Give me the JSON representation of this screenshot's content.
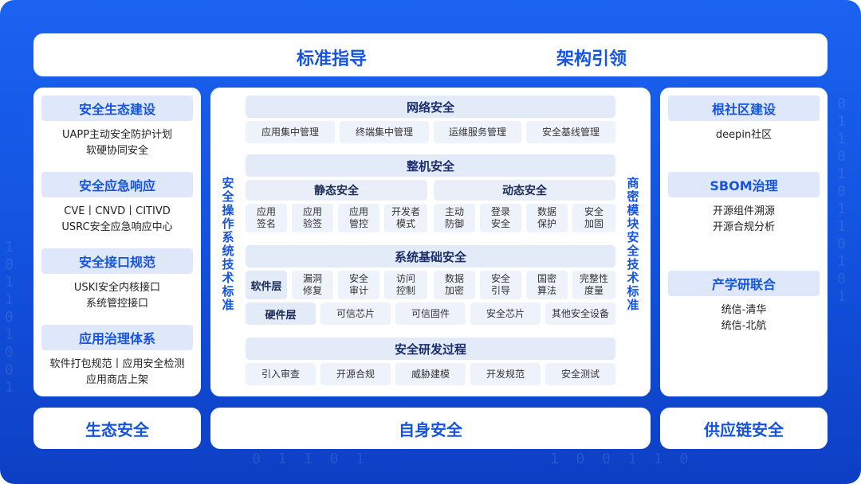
{
  "top": {
    "left": "标准指导",
    "right": "架构引领"
  },
  "left_panel": [
    {
      "title": "安全生态建设",
      "lines": [
        "UAPP主动安全防护计划",
        "软硬协同安全"
      ]
    },
    {
      "title": "安全应急响应",
      "lines": [
        "CVE丨CNVD丨CITIVD",
        "USRC安全应急响应中心"
      ]
    },
    {
      "title": "安全接口规范",
      "lines": [
        "USKI安全内核接口",
        "系统管控接口"
      ]
    },
    {
      "title": "应用治理体系",
      "lines": [
        "软件打包规范丨应用安全检测",
        "应用商店上架"
      ]
    }
  ],
  "right_panel": [
    {
      "title": "根社区建设",
      "lines": [
        "deepin社区"
      ]
    },
    {
      "title": "SBOM治理",
      "lines": [
        "开源组件溯源",
        "开源合规分析"
      ]
    },
    {
      "title": "产学研联合",
      "lines": [
        "统信-清华",
        "统信-北航"
      ]
    }
  ],
  "center": {
    "left_vertical": "安全操作系统技术标准",
    "right_vertical": "商密模块安全技术标准",
    "network": {
      "title": "网络安全",
      "items": [
        "应用集中管理",
        "终端集中管理",
        "运维服务管理",
        "安全基线管理"
      ]
    },
    "machine": {
      "title": "整机安全",
      "static": {
        "title": "静态安全",
        "items": [
          "应用\n签名",
          "应用\n验签",
          "应用\n管控",
          "开发者\n模式"
        ]
      },
      "dynamic": {
        "title": "动态安全",
        "items": [
          "主动\n防御",
          "登录\n安全",
          "数据\n保护",
          "安全\n加固"
        ]
      }
    },
    "system": {
      "title": "系统基础安全",
      "software_label": "软件层",
      "software_items": [
        "漏洞\n修复",
        "安全\n审计",
        "访问\n控制",
        "数据\n加密",
        "安全\n引导",
        "国密\n算法",
        "完整性\n度量"
      ],
      "hardware_label": "硬件层",
      "hardware_items": [
        "可信芯片",
        "可信固件",
        "安全芯片",
        "其他安全设备"
      ]
    },
    "dev": {
      "title": "安全研发过程",
      "items": [
        "引入审查",
        "开源合规",
        "威胁建模",
        "开发规范",
        "安全测试"
      ]
    }
  },
  "bottom": {
    "left": "生态安全",
    "center": "自身安全",
    "right": "供应链安全"
  }
}
